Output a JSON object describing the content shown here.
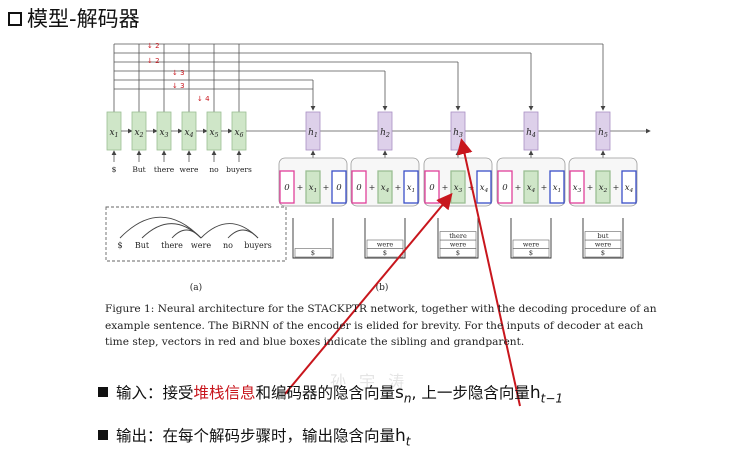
{
  "title": "模型-解码器",
  "figure": {
    "encoder_inputs": [
      "$",
      "But",
      "there",
      "were",
      "no",
      "buyers"
    ],
    "encoder_nodes": [
      "x1",
      "x2",
      "x3",
      "x4",
      "x5",
      "x6"
    ],
    "arrow_markers": [
      "2",
      "2",
      "3",
      "3",
      "4"
    ],
    "decoder_nodes": [
      "h1",
      "h2",
      "h3",
      "h4",
      "h5"
    ],
    "decoder_inputs": [
      [
        "0",
        "+",
        "x1",
        "+",
        "0"
      ],
      [
        "0",
        "+",
        "x4",
        "+",
        "x1"
      ],
      [
        "0",
        "+",
        "x3",
        "+",
        "x4"
      ],
      [
        "0",
        "+",
        "x4",
        "+",
        "x1"
      ],
      [
        "x3",
        "+",
        "x2",
        "+",
        "x4"
      ]
    ],
    "stacks": [
      [
        "$"
      ],
      [
        "were",
        "$"
      ],
      [
        "there",
        "were",
        "$"
      ],
      [
        "were",
        "$"
      ],
      [
        "but",
        "were",
        "$"
      ]
    ],
    "tree_words": [
      "$",
      "But",
      "there",
      "were",
      "no",
      "buyers"
    ],
    "label_a": "(a)",
    "label_b": "(b)"
  },
  "caption": {
    "line1": "Figure 1: Neural architecture for the STACKPTR network, together with the decoding procedure of an",
    "line2": "example sentence. The BiRNN of the encoder is elided for brevity. For the inputs of decoder at each",
    "line3": "time step, vectors in red and blue boxes indicate the sibling and grandparent."
  },
  "bullets": [
    {
      "prefix": "输入：接受",
      "highlight": "堆栈信息",
      "middle": "和编码器的隐含向量",
      "sym1": "s",
      "sym1_sub": "n",
      "after": ", 上一步隐含向量",
      "sym2": "h",
      "sym2_sub": "t−1"
    },
    {
      "prefix": "输出：在每个解码步骤时，输出隐含向量",
      "sym": "h",
      "sym_sub": "t"
    }
  ],
  "watermark": "孙 宇 涛",
  "colors": {
    "encoder_fill": "#cfe6c8",
    "decoder_fill": "#ddd0ea",
    "sibling_box": "#e0409a",
    "grandparent_box": "#3a4fc8",
    "pointer_arrow": "#c8161d",
    "highlight_text": "#c8161d"
  }
}
